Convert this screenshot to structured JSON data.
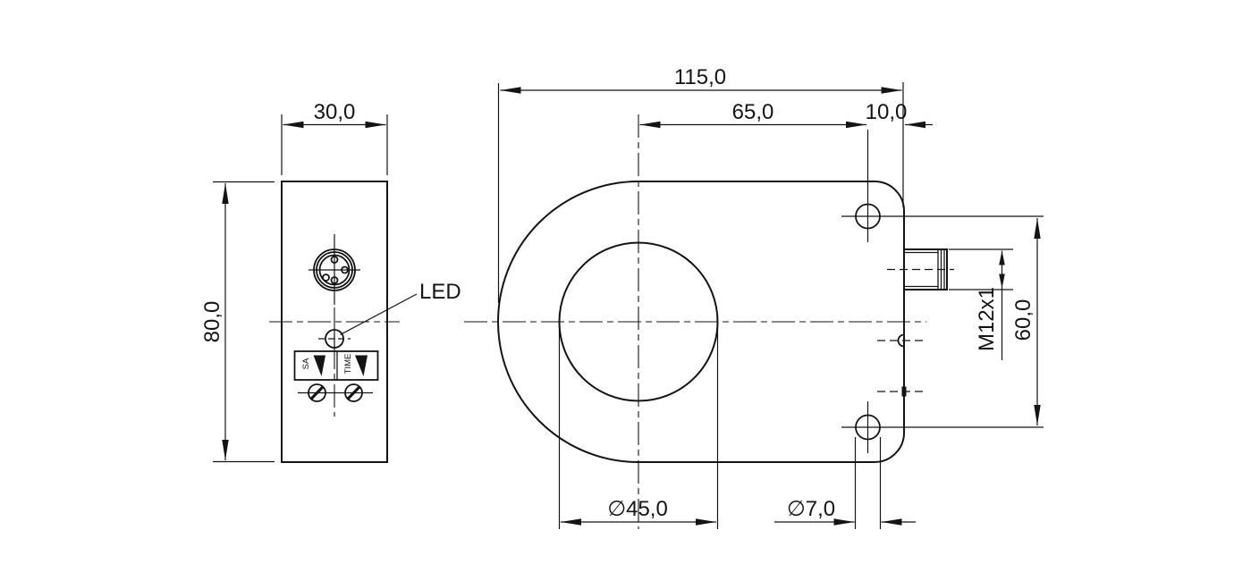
{
  "drawing": {
    "colors": {
      "line": "#141414",
      "background": "#ffffff"
    },
    "side_view": {
      "width_dim": "30,0",
      "height_dim": "80,0",
      "led_label": "LED",
      "pot_sa_label": "SA",
      "pot_time_label": "TIME"
    },
    "front_view": {
      "overall_width_dim": "115,0",
      "center_to_hole_dim": "65,0",
      "hole_to_edge_dim": "10,0",
      "hole_spacing_dim": "60,0",
      "connector_thread_label": "M12x1",
      "bore_diameter_dim": "∅45,0",
      "mounting_hole_diameter_dim": "∅7,0"
    }
  }
}
